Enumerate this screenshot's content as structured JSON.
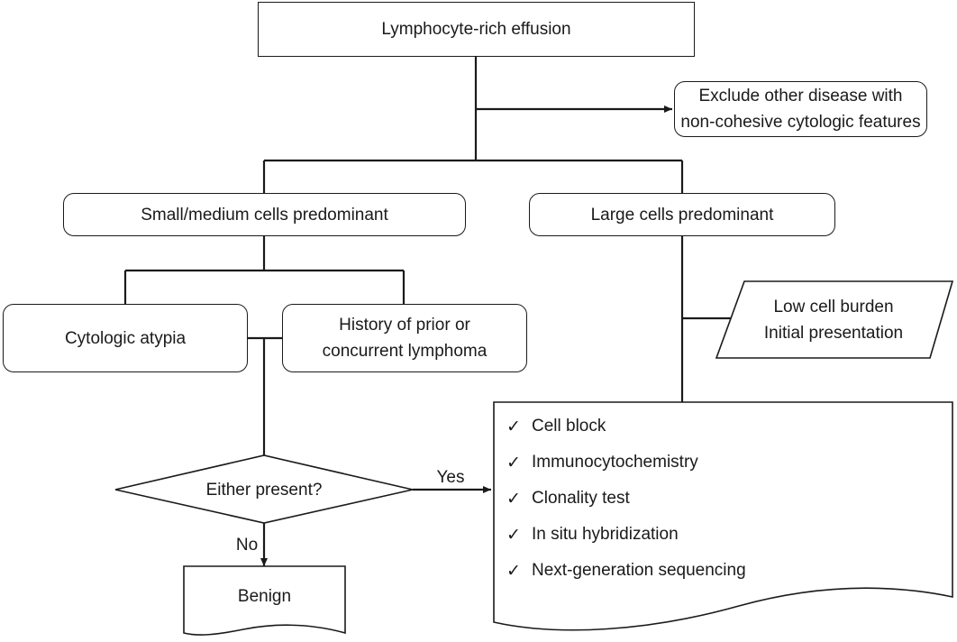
{
  "nodes": {
    "start": "Lymphocyte-rich effusion",
    "exclude_line1": "Exclude other disease with",
    "exclude_line2": "non-cohesive cytologic features",
    "small_medium": "Small/medium cells predominant",
    "large": "Large cells predominant",
    "low_burden_line1": "Low cell burden",
    "low_burden_line2": "Initial presentation",
    "atypia": "Cytologic atypia",
    "history_line1": "History of prior or",
    "history_line2": "concurrent lymphoma",
    "decision": "Either present?",
    "benign": "Benign"
  },
  "edges": {
    "yes": "Yes",
    "no": "No"
  },
  "tests": {
    "check_symbol": "✓",
    "items": [
      "Cell block",
      "Immunocytochemistry",
      "Clonality test",
      "In situ hybridization",
      "Next-generation sequencing"
    ]
  }
}
